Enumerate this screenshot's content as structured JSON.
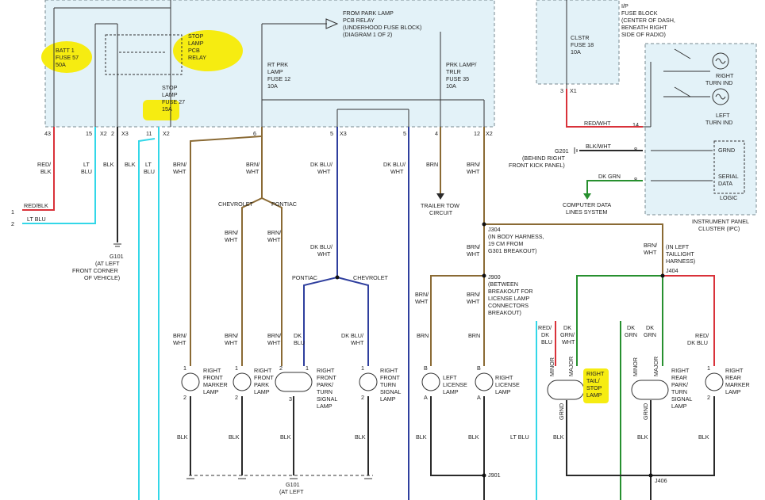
{
  "colors": {
    "box_fill": "#e3f2f8",
    "highlight": "#f6ec11",
    "red": "#d9323a",
    "cyan": "#33d7e8",
    "brown": "#8a6a34",
    "blue": "#2f3f9e",
    "green": "#27902f",
    "black": "#2a2a2a"
  },
  "fuse_box": {
    "batt_fuse": [
      "BATT 1",
      "FUSE 57",
      "50A"
    ],
    "stop_relay": [
      "STOP",
      "LAMP",
      "PCB",
      "RELAY"
    ],
    "stop_fuse": [
      "STOP",
      "LAMP",
      "FUSE 27",
      "15A"
    ],
    "park_relay": [
      "FROM PARK LAMP",
      "PCB RELAY",
      "(UNDERHOOD FUSE BLOCK)",
      "(DIAGRAM 1 OF 2)"
    ],
    "rt_prk_fuse": [
      "RT PRK",
      "LAMP",
      "FUSE 12",
      "10A"
    ],
    "prk_trlr_fuse": [
      "PRK LAMP/",
      "TRLR",
      "FUSE 35",
      "10A"
    ],
    "pins": [
      "43",
      "15",
      "X2",
      "2",
      "X3",
      "11",
      "X2",
      "6",
      "5",
      "X3",
      "5",
      "4",
      "12",
      "X2"
    ]
  },
  "ip_fuse_block": {
    "title": [
      "I/P",
      "FUSE BLOCK",
      "(CENTER OF DASH,",
      "BENEATH RIGHT",
      "SIDE OF RADIO)"
    ],
    "fuse": [
      "CLSTR",
      "FUSE 18",
      "10A"
    ],
    "pin": [
      "3",
      "X1"
    ]
  },
  "cluster": {
    "right_turn": [
      "RIGHT",
      "TURN IND"
    ],
    "left_turn": [
      "LEFT",
      "TURN IND"
    ],
    "grnd": "GRND",
    "serial": [
      "SERIAL",
      "DATA"
    ],
    "logic": "LOGIC",
    "name": [
      "INSTRUMENT PANEL",
      "CLUSTER (IPC)"
    ],
    "pins": [
      "14",
      "8",
      "8"
    ]
  },
  "wires": {
    "red_blk": [
      "RED/",
      "BLK"
    ],
    "lt_blu": [
      "LT",
      "BLU"
    ],
    "blk": "BLK",
    "brn_wht": [
      "BRN/",
      "WHT"
    ],
    "dk_blu_wht": [
      "DK BLU/",
      "WHT"
    ],
    "brn": "BRN",
    "red_wht": "RED/WHT",
    "blk_wht": "BLK/WHT",
    "dk_grn": "DK GRN",
    "dk_blu": [
      "DK",
      "BLU"
    ],
    "dk_grn_wht": [
      "DK",
      "GRN/",
      "WHT"
    ],
    "dk_grn2": [
      "DK",
      "GRN"
    ],
    "red_dkblu": [
      "RED/",
      "DK BLU"
    ],
    "red_dkblu2": [
      "RED/",
      "DK BLU"
    ],
    "lt_blu_line": "LT BLU"
  },
  "left_connector": {
    "pin1": "1",
    "pin2": "2",
    "label1": "RED/BLK",
    "label2": "LT BLU"
  },
  "grounds": {
    "g101": [
      "G101",
      "(AT LEFT",
      "FRONT CORNER",
      "OF VEHICLE)"
    ],
    "g201": [
      "G201",
      "(BEHIND RIGHT",
      "FRONT KICK PANEL)"
    ],
    "g101_bottom": [
      "G101",
      "(AT LEFT"
    ]
  },
  "computer_data": [
    "COMPUTER DATA",
    "LINES SYSTEM"
  ],
  "trailer": [
    "TRAILER TOW",
    "CIRCUIT"
  ],
  "splices": {
    "j304": [
      "J304",
      "(IN BODY HARNESS,",
      "19 CM FROM",
      "G301 BREAKOUT)"
    ],
    "j900": [
      "J900",
      "(BETWEEN",
      "BREAKOUT FOR",
      "LICENSE LAMP",
      "CONNECTORS",
      "BREAKOUT)"
    ],
    "j404": [
      "(IN LEFT",
      "TAILLIGHT",
      "HARNESS)",
      "J404"
    ],
    "j901": "J901",
    "j406": "J406"
  },
  "branches": {
    "chevrolet": "CHEVROLET",
    "pontiac": "PONTIAC",
    "pontiac2": "PONTIAC",
    "chevrolet2": "CHEVROLET"
  },
  "lamps": {
    "front_marker": [
      "RIGHT",
      "FRONT",
      "MARKER",
      "LAMP"
    ],
    "front_park": [
      "RIGHT",
      "FRONT",
      "PARK",
      "LAMP"
    ],
    "front_park_turn": [
      "RIGHT",
      "FRONT",
      "PARK/",
      "TURN",
      "SIGNAL",
      "LAMP"
    ],
    "front_turn": [
      "RIGHT",
      "FRONT",
      "TURN",
      "SIGNAL",
      "LAMP"
    ],
    "left_license": [
      "LEFT",
      "LICENSE",
      "LAMP"
    ],
    "right_license": [
      "RIGHT",
      "LICENSE",
      "LAMP"
    ],
    "tail_stop": [
      "RIGHT",
      "TAIL/",
      "STOP",
      "LAMP"
    ],
    "rear_park_turn": [
      "RIGHT",
      "REAR",
      "PARK/",
      "TURN",
      "SIGNAL",
      "LAMP"
    ],
    "rear_marker": [
      "RIGHT",
      "REAR",
      "MARKER",
      "LAMP"
    ],
    "minor": "MINOR",
    "major": "MAJOR",
    "grnd": "GRND"
  },
  "pin_numbers": {
    "p1": "1",
    "p2": "2",
    "p3": "3",
    "pB": "B",
    "pA": "A"
  }
}
